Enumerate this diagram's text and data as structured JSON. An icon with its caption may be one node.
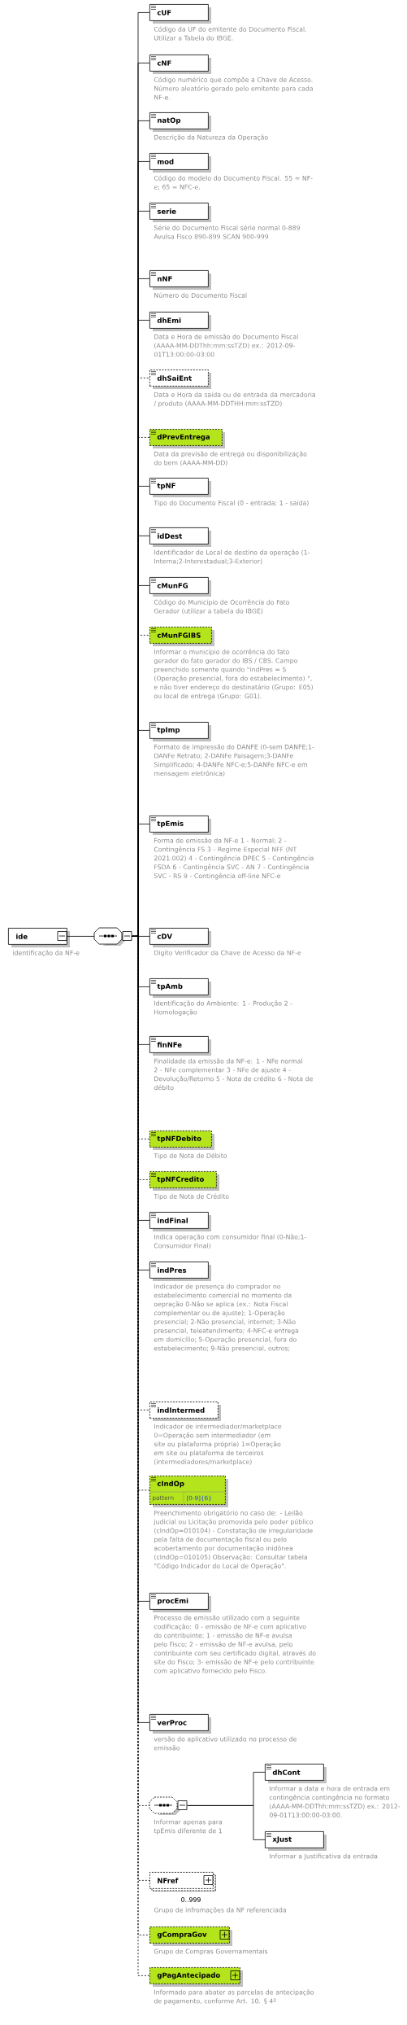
{
  "diagram": {
    "nodes": [
      {
        "text": [
          "ide"
        ],
        "beside": [
          "identificação da NF-e"
        ]
      },
      {
        "text": [],
        "shape": "octagon"
      },
      {
        "text": [
          "cUF"
        ],
        "beside": [
          "Código da UF do emitente do Documento Fiscal. Utilizar a Tabela do IBGE."
        ]
      },
      {
        "text": [
          "cNF"
        ],
        "beside": [
          "Código numérico que compõe a Chave de Acesso. Número aleatório gerado pelo emitente para cada NF-e."
        ]
      },
      {
        "text": [
          "natOp"
        ],
        "beside": [
          "Descrição da Natureza da Operação"
        ]
      },
      {
        "text": [
          "mod"
        ],
        "beside": [
          "Código do modelo do Documento Fiscal. 55 = NF-e; 65 = NFC-e."
        ]
      },
      {
        "text": [
          "serie"
        ],
        "beside": [
          "Série do Documento Fiscal série normal 0-889 Avulsa Fisco 890-899 SCAN 900-999"
        ]
      },
      {
        "text": [
          "nNF"
        ],
        "beside": [
          "Número do Documento Fiscal"
        ]
      },
      {
        "text": [
          "dhEmi"
        ],
        "beside": [
          "Data e Hora de emissão do Documento Fiscal (AAAA-MM-DDThh:mm:ssTZD) ex.: 2012-09-01T13:00:00-03:00"
        ]
      },
      {
        "text": [
          "dhSaiEnt"
        ],
        "beside": [
          "Data e Hora da saída ou de entrada da mercadoria / produto (AAAA-MM-DDTHH:mm:ssTZD)"
        ]
      },
      {
        "text": [
          "dPrevEntrega"
        ],
        "beside": [
          "Data da previsão de entrega ou disponibilização do bem (AAAA-MM-DD)"
        ]
      },
      {
        "text": [
          "tpNF"
        ],
        "beside": [
          "Tipo do Documento Fiscal (0 - entrada; 1 - saída)"
        ]
      },
      {
        "text": [
          "idDest"
        ],
        "beside": [
          "Identificador de Local de destino da operação (1-Interna;2-Interestadual;3-Exterior)"
        ]
      },
      {
        "text": [
          "cMunFG"
        ],
        "beside": [
          "Código do Município de Ocorrência do Fato Gerador (utilizar a tabela do IBGE)"
        ]
      },
      {
        "text": [
          "cMunFGIBS"
        ],
        "beside": [
          "Informar o município de ocorrência do fato gerador do fato gerador do IBS / CBS. Campo preenchido somente quando \"indPres = 5 (Operação presencial, fora do estabelecimento) \", e não tiver endereço do destinatário (Grupo: E05) ou local de entrega (Grupo: G01)."
        ]
      },
      {
        "text": [
          "tpImp"
        ],
        "beside": [
          "Formato de impressão do DANFE (0-sem DANFE;1-DANFe Retrato; 2-DANFe Paisagem;3-DANFe Simplificado; 4-DANFe NFC-e;5-DANFe NFC-e em mensagem eletrônica)"
        ]
      },
      {
        "text": [
          "tpEmis"
        ],
        "beside": [
          "Forma de emissão da NF-e 1 - Normal; 2 - Contingência FS 3 - Regime Especial NFF (NT 2021.002) 4 - Contingência DPEC 5 - Contingência FSDA 6 - Contingência SVC - AN 7 - Contingência SVC - RS 9 - Contingência off-line NFC-e"
        ]
      },
      {
        "text": [
          "cDV"
        ],
        "beside": [
          "Digito Verificador da Chave de Acesso da NF-e"
        ]
      },
      {
        "text": [
          "tpAmb"
        ],
        "beside": [
          "Identificação do Ambiente: 1 - Produção 2 - Homologação"
        ]
      },
      {
        "text": [
          "finNFe"
        ],
        "beside": [
          "Finalidade da emissão da NF-e: 1 - NFe normal 2 - NFe complementar 3 - NFe de ajuste 4 - Devolução/Retorno 5 - Nota de crédito 6 - Nota de débito"
        ]
      },
      {
        "text": [
          "tpNFDebito"
        ],
        "beside": [
          "Tipo de Nota de Débito"
        ]
      },
      {
        "text": [
          "tpNFCredito"
        ],
        "beside": [
          "Tipo de Nota de Crédito"
        ]
      },
      {
        "text": [
          "indFinal"
        ],
        "beside": [
          "Indica operação com consumidor final (0-Não;1-Consumidor Final)"
        ]
      },
      {
        "text": [
          "indPres"
        ],
        "beside": [
          "Indicador de presença do comprador no estabelecimento comercial no momento da oepração 0-Não se aplica (ex.: Nota Fiscal complementar ou de ajuste); 1-Operação presencial; 2-Não presencial, internet; 3-Não presencial, teleatendimento; 4-NFC-e entrega em domicílio; 5-Operação presencial, fora do estabelecimento; 9-Não presencial, outros;"
        ]
      },
      {
        "text": [
          "indIntermed"
        ],
        "beside": [
          "Indicador de intermediador/marketplace 0=Operação sem intermediador (em site ou plataforma própria) 1=Operação em site ou plataforma de terceiros (intermediadores/marketplace)"
        ]
      },
      {
        "text": [
          "cIndOp",
          "pattern",
          "[0-9]{6}"
        ],
        "beside": [
          "Preenchimento obrigatório no caso de: - Leilão judicial ou Licitação promovida pelo poder público (cIndOp=010104) - Constatação de irregularidade pela falta de documentação fiscal ou pelo acobertamento por documentação inidônea (cIndOp=010105) Observação: Consultar tabela \"Código Indicador do Local de Operação\"."
        ]
      },
      {
        "text": [
          "procEmi"
        ],
        "beside": [
          "Processo de emissão utilizado com a seguinte codificação: 0 - emissão de NF-e com aplicativo do contribuinte; 1 - emissão de NF-e avulsa pelo Fisco; 2 - emissão de NF-e avulsa, pelo contribuinte com seu certificado digital, através do site do Fisco; 3- emissão de NF-e pelo contribuinte com aplicativo fornecido pelo Fisco."
        ]
      },
      {
        "text": [
          "verProc"
        ],
        "beside": [
          "versão do aplicativo utilizado no processo de emissão"
        ]
      },
      {
        "text": [],
        "shape": "octagon",
        "beside": [
          "Informar apenas para tpEmis diferente de 1"
        ]
      },
      {
        "text": [
          "dhCont"
        ],
        "beside": [
          "Informar a data e hora de entrada em contingência contingência no formato (AAAA-MM-DDThh:mm:ssTZD) ex.: 2012-09-01T13:00:00-03:00."
        ]
      },
      {
        "text": [
          "xJust"
        ],
        "beside": [
          "Informar a Justificativa da entrada"
        ]
      },
      {
        "text": [
          "NFref"
        ],
        "beside": [
          "0..999",
          "Grupo de infromações da NF referenciada"
        ]
      },
      {
        "text": [
          "gCompraGov"
        ],
        "beside": [
          "Grupo de Compras Governamentais"
        ]
      },
      {
        "text": [
          "gPagAntecipado"
        ],
        "beside": [
          "Informado para abater as parcelas de antecipação de pagamento, conforme Art. 10. § 4º"
        ]
      }
    ],
    "edges": [
      {
        "from": 0,
        "to": 1,
        "arrow": "none"
      },
      {
        "from": 1,
        "to": 2,
        "arrow": "none"
      },
      {
        "from": 1,
        "to": 3,
        "arrow": "none"
      },
      {
        "from": 1,
        "to": 4,
        "arrow": "none"
      },
      {
        "from": 1,
        "to": 5,
        "arrow": "none"
      },
      {
        "from": 1,
        "to": 6,
        "arrow": "none"
      },
      {
        "from": 1,
        "to": 7,
        "arrow": "none"
      },
      {
        "from": 1,
        "to": 8,
        "arrow": "none"
      },
      {
        "from": 1,
        "to": 9,
        "arrow": "none",
        "style": "dashed"
      },
      {
        "from": 1,
        "to": 10,
        "arrow": "none",
        "style": "dashed"
      },
      {
        "from": 1,
        "to": 11,
        "arrow": "none"
      },
      {
        "from": 1,
        "to": 12,
        "arrow": "none"
      },
      {
        "from": 1,
        "to": 13,
        "arrow": "none"
      },
      {
        "from": 1,
        "to": 14,
        "arrow": "none",
        "style": "dashed"
      },
      {
        "from": 1,
        "to": 15,
        "arrow": "none"
      },
      {
        "from": 1,
        "to": 16,
        "arrow": "none"
      },
      {
        "from": 1,
        "to": 17,
        "arrow": "none"
      },
      {
        "from": 1,
        "to": 18,
        "arrow": "none"
      },
      {
        "from": 1,
        "to": 19,
        "arrow": "none"
      },
      {
        "from": 1,
        "to": 20,
        "arrow": "none",
        "style": "dashed"
      },
      {
        "from": 1,
        "to": 21,
        "arrow": "none",
        "style": "dashed"
      },
      {
        "from": 1,
        "to": 22,
        "arrow": "none"
      },
      {
        "from": 1,
        "to": 23,
        "arrow": "none"
      },
      {
        "from": 1,
        "to": 24,
        "arrow": "none",
        "style": "dashed"
      },
      {
        "from": 1,
        "to": 25,
        "arrow": "none",
        "style": "dashed"
      },
      {
        "from": 1,
        "to": 26,
        "arrow": "none"
      },
      {
        "from": 1,
        "to": 27,
        "arrow": "none"
      },
      {
        "from": 1,
        "to": 28,
        "arrow": "none",
        "style": "dashed"
      },
      {
        "from": 28,
        "to": 29,
        "arrow": "none"
      },
      {
        "from": 28,
        "to": 30,
        "arrow": "none"
      },
      {
        "from": 1,
        "to": 31,
        "arrow": "none",
        "style": "dashed"
      },
      {
        "from": 1,
        "to": 32,
        "arrow": "none",
        "style": "dashed"
      },
      {
        "from": 1,
        "to": 33,
        "arrow": "none",
        "style": "dashed"
      }
    ]
  }
}
